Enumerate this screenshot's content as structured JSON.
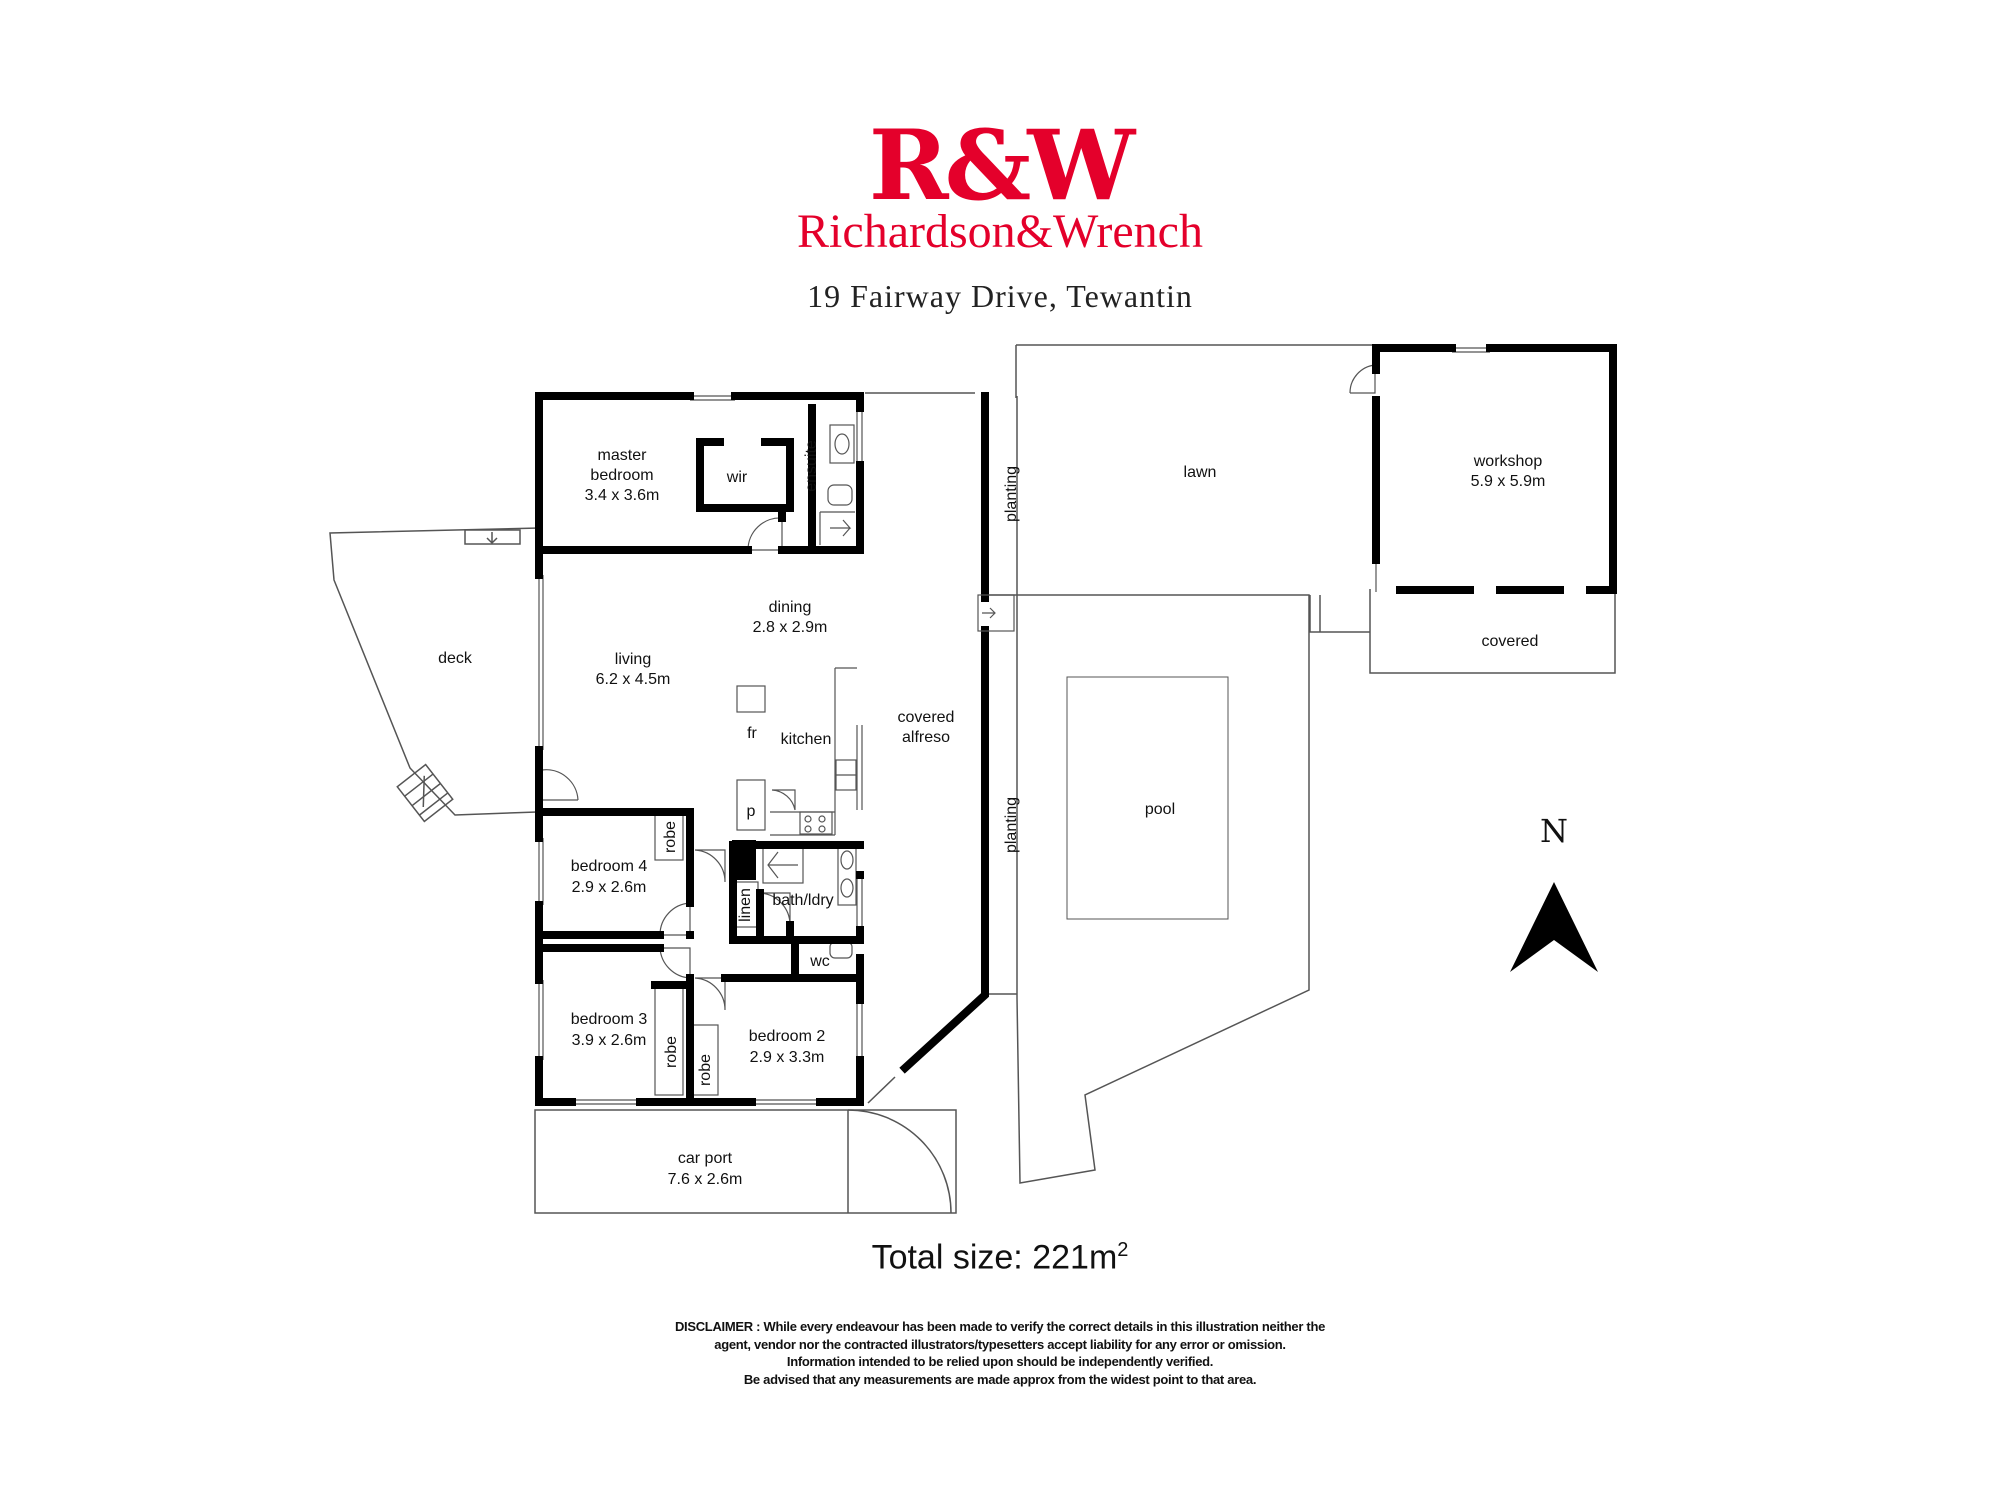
{
  "logo": "R&W",
  "brand_name": "Richardson&Wrench",
  "address": "19 Fairway Drive, Tewantin",
  "total_size": {
    "label": "Total size:",
    "value": "221m",
    "sup": "2"
  },
  "north_label": "N",
  "disclaimer": [
    "DISCLAIMER : While every endeavour has been made to verify the correct details in this illustration neither the",
    "agent, vendor nor the contracted illustrators/typesetters accept liability for any error or omission.",
    "Information intended to be relied upon should be independently verified.",
    "Be advised that any measurements are made approx from the widest point to that area."
  ],
  "rooms": {
    "master_bedroom": {
      "name_1": "master",
      "name_2": "bedroom",
      "size": "3.4 x 3.6m"
    },
    "wir": "wir",
    "ensuite": "ensuite",
    "dining": {
      "name": "dining",
      "size": "2.8 x 2.9m"
    },
    "living": {
      "name": "living",
      "size": "6.2 x 4.5m"
    },
    "kitchen": "kitchen",
    "fridge": "fr",
    "pantry": "p",
    "deck": "deck",
    "covered_alfresco": {
      "name_1": "covered",
      "name_2": "alfreso"
    },
    "planting_top": "planting",
    "planting_bottom": "planting",
    "lawn": "lawn",
    "workshop": {
      "name": "workshop",
      "size": "5.9 x 5.9m"
    },
    "covered": "covered",
    "pool": "pool",
    "bedroom_4": {
      "name": "bedroom 4",
      "size": "2.9 x 2.6m"
    },
    "robe_b4": "robe",
    "linen": "linen",
    "bath_ldry": "bath/ldry",
    "wc": "wc",
    "bedroom_3": {
      "name": "bedroom 3",
      "size": "3.9 x 2.6m"
    },
    "robe_b3": "robe",
    "robe_b2": "robe",
    "bedroom_2": {
      "name": "bedroom 2",
      "size": "2.9 x 3.3m"
    },
    "car_port": {
      "name": "car port",
      "size": "7.6 x 2.6m"
    }
  }
}
